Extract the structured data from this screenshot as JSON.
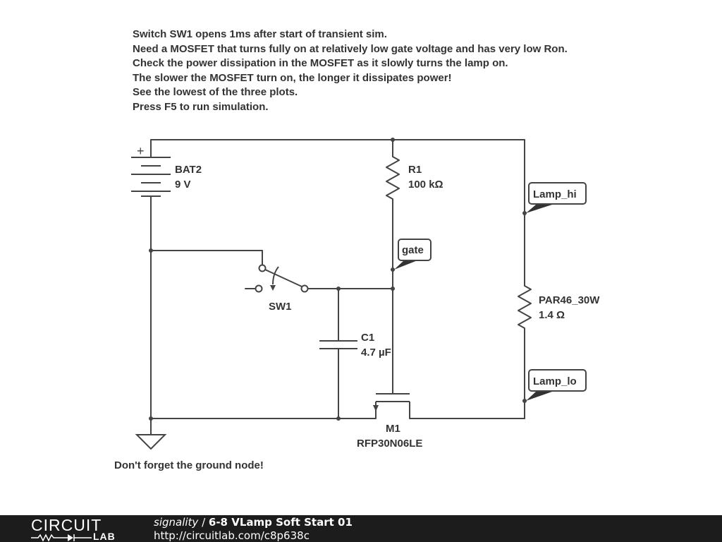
{
  "notes": [
    "Switch SW1 opens 1ms after start of transient sim.",
    "Need a MOSFET that turns fully on at relatively low gate voltage and has very low Ron.",
    "Check the power dissipation in the MOSFET as it slowly turns the lamp on.",
    "The slower the MOSFET turn on, the longer it dissipates power!",
    "See the lowest of the three plots.",
    "Press F5 to run simulation."
  ],
  "components": {
    "battery": {
      "name": "BAT2",
      "value": "9 V",
      "polarity": "+"
    },
    "resistor_r1": {
      "name": "R1",
      "value": "100 kΩ"
    },
    "switch": {
      "name": "SW1"
    },
    "capacitor": {
      "name": "C1",
      "value": "4.7 µF"
    },
    "lamp": {
      "name": "PAR46_30W",
      "value": "1.4 Ω"
    },
    "mosfet": {
      "name": "M1",
      "value": "RFP30N06LE"
    }
  },
  "probes": {
    "lamp_hi": "Lamp_hi",
    "gate": "gate",
    "lamp_lo": "Lamp_lo"
  },
  "ground_note": "Don't forget the ground node!",
  "footer": {
    "logo_top": "CIRCUIT",
    "logo_bottom": "LAB",
    "user": "signality",
    "separator": " / ",
    "title": "6-8 VLamp Soft Start 01",
    "url": "http://circuitlab.com/c8p638c"
  },
  "colors": {
    "wire": "#444444",
    "text": "#333333",
    "footer_bg": "#1c1c1c"
  }
}
